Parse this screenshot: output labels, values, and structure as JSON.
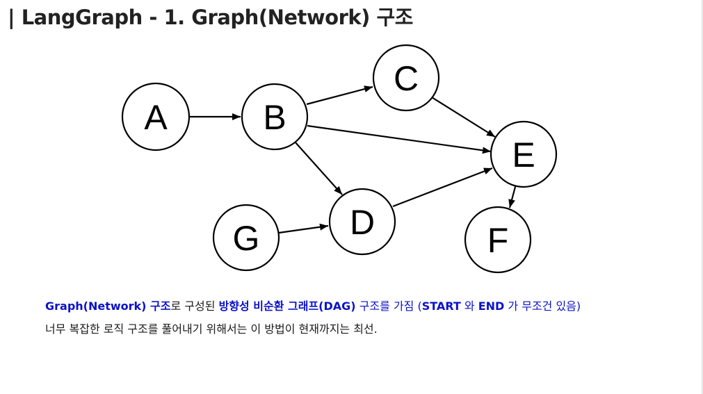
{
  "page": {
    "title": "| LangGraph -  1. Graph(Network) 구조"
  },
  "diagram": {
    "nodes": [
      "A",
      "B",
      "C",
      "D",
      "E",
      "F",
      "G"
    ],
    "edges": [
      [
        "A",
        "B"
      ],
      [
        "B",
        "C"
      ],
      [
        "B",
        "E"
      ],
      [
        "B",
        "D"
      ],
      [
        "C",
        "E"
      ],
      [
        "D",
        "E"
      ],
      [
        "G",
        "D"
      ],
      [
        "E",
        "F"
      ]
    ]
  },
  "description": {
    "line1": {
      "p1": "Graph(Network) 구조",
      "p2": "로 구성된 ",
      "p3": "방향성 비순환 그래프(DAG)",
      "p4": " 구조를 가짐 (",
      "p5": "START",
      "p6": " 와 ",
      "p7": "END",
      "p8": " 가 무조건 있음)"
    },
    "line2": "너무 복잡한 로직 구조를 풀어내기 위해서는 이 방법이 현재까지는 최선."
  },
  "colors": {
    "accent_blue": "#0b12c8",
    "text": "#1a1a1a",
    "title": "#222222"
  }
}
